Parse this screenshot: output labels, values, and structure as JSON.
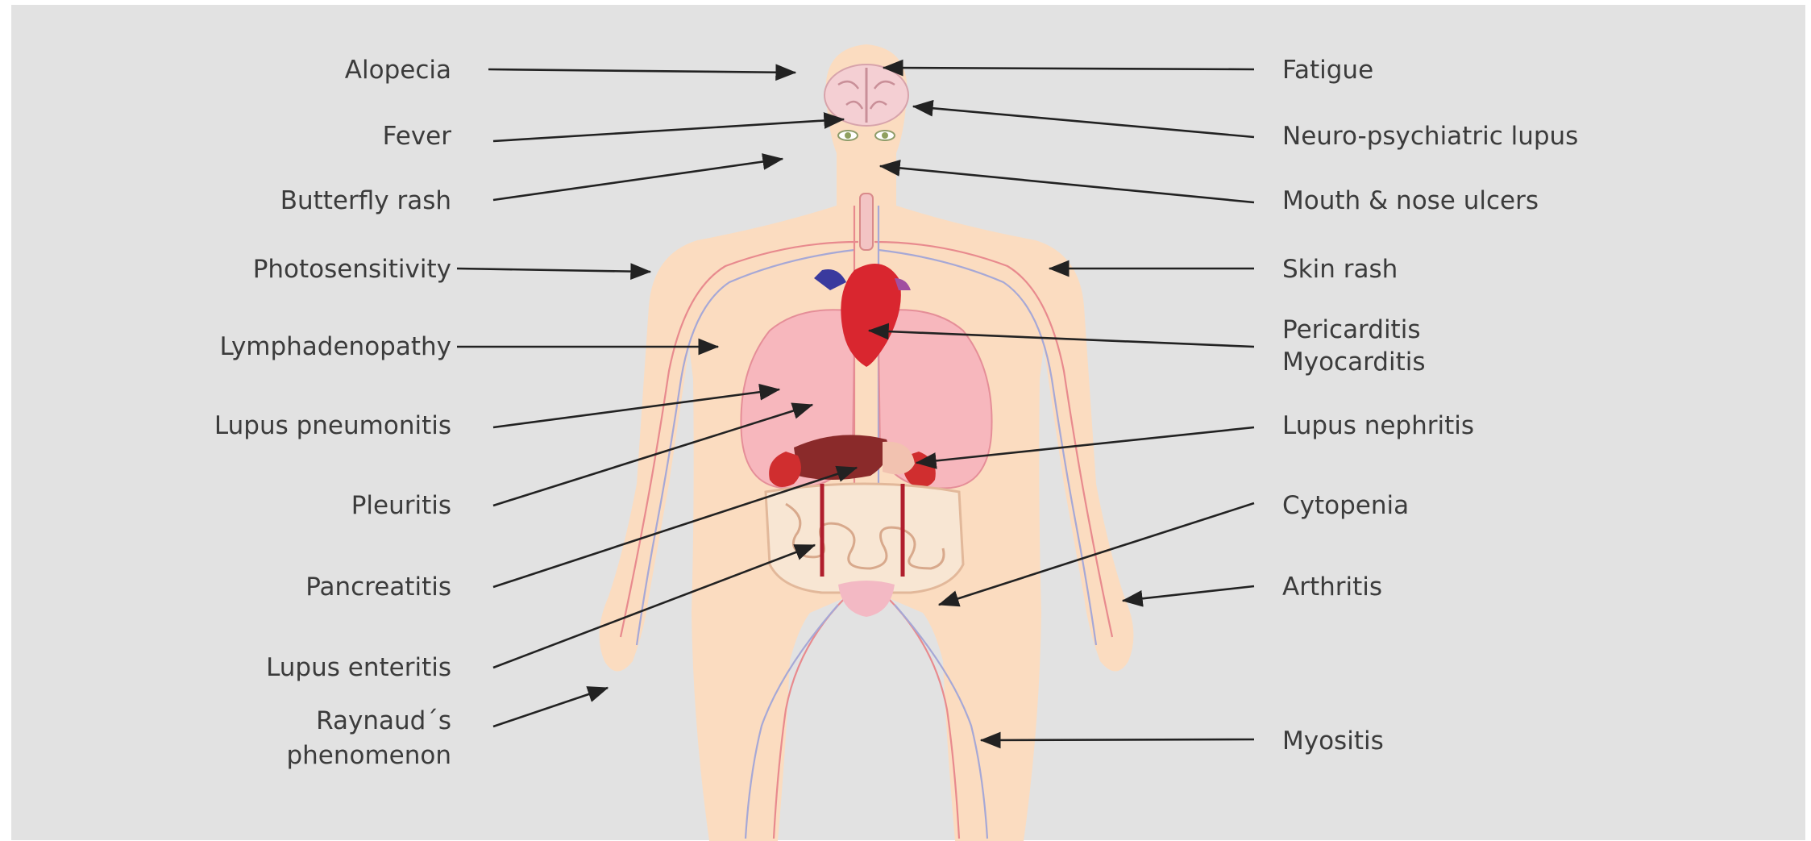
{
  "colors": {
    "background": "#e2e2e2",
    "skin": "#fbdcc0",
    "vessel_red": "#e88a8e",
    "vessel_blue": "#a6a8d6",
    "lung": "#f7b7bd",
    "heart": "#d9262f",
    "kidney": "#d02e2f",
    "intestine": "#f8e6d3",
    "brain": "#f4cfd3",
    "arrow": "#222222",
    "text": "#3b3b3b"
  },
  "labels_left": [
    {
      "id": "alopecia",
      "lines": [
        "Alopecia"
      ]
    },
    {
      "id": "fever",
      "lines": [
        "Fever"
      ]
    },
    {
      "id": "butterfly-rash",
      "lines": [
        "Butterfly rash"
      ]
    },
    {
      "id": "photosensitivity",
      "lines": [
        "Photosensitivity"
      ]
    },
    {
      "id": "lymphadenopathy",
      "lines": [
        "Lymphadenopathy"
      ]
    },
    {
      "id": "lupus-pneumonitis",
      "lines": [
        "Lupus pneumonitis"
      ]
    },
    {
      "id": "pleuritis",
      "lines": [
        "Pleuritis"
      ]
    },
    {
      "id": "pancreatitis",
      "lines": [
        "Pancreatitis"
      ]
    },
    {
      "id": "lupus-enteritis",
      "lines": [
        "Lupus enteritis"
      ]
    },
    {
      "id": "raynauds-phenomenon",
      "lines": [
        "Raynaud´s",
        "phenomenon"
      ]
    }
  ],
  "labels_right": [
    {
      "id": "fatigue",
      "lines": [
        "Fatigue"
      ]
    },
    {
      "id": "neuro-psychiatric-lupus",
      "lines": [
        "Neuro-psychiatric lupus"
      ]
    },
    {
      "id": "mouth-nose-ulcers",
      "lines": [
        "Mouth & nose ulcers"
      ]
    },
    {
      "id": "skin-rash",
      "lines": [
        "Skin rash"
      ]
    },
    {
      "id": "pericarditis-myocarditis",
      "lines": [
        "Pericarditis",
        "Myocarditis"
      ]
    },
    {
      "id": "lupus-nephritis",
      "lines": [
        "Lupus nephritis"
      ]
    },
    {
      "id": "cytopenia",
      "lines": [
        "Cytopenia"
      ]
    },
    {
      "id": "arthritis",
      "lines": [
        "Arthritis"
      ]
    },
    {
      "id": "myositis",
      "lines": [
        "Myositis"
      ]
    }
  ]
}
